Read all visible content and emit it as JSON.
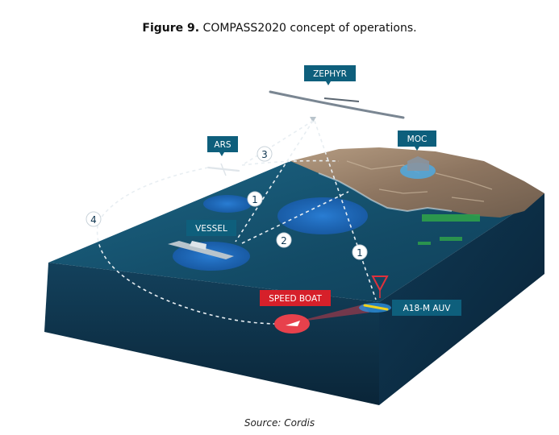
{
  "figure": {
    "number": "Figure 9.",
    "title": " COMPASS2020 concept of operations."
  },
  "source": "Source: Cordis",
  "labels": {
    "zephyr": "ZEPHYR",
    "ars": "ARS",
    "moc": "MOC",
    "vessel": "VESSEL",
    "speed_boat": "SPEED BOAT",
    "auv": "A18-M AUV"
  },
  "steps": {
    "s1a": "1",
    "s1b": "1",
    "s2": "2",
    "s3": "3",
    "s4": "4"
  },
  "colors": {
    "label_box": "#0e5f7c",
    "speed_box": "#d6202a",
    "sea_top": "#16506d",
    "sea_side": "#0b2e47",
    "land": "#9a8470"
  }
}
